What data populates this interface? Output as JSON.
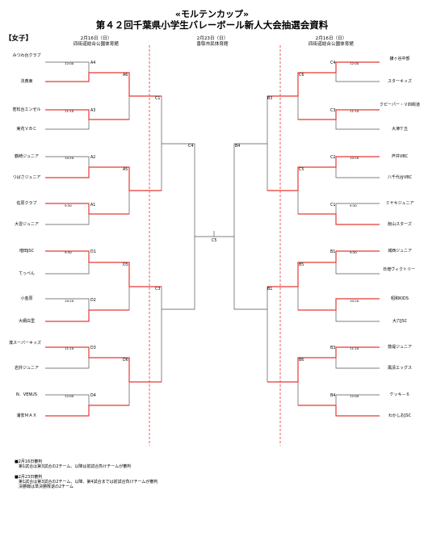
{
  "header": {
    "subtitle": "«モルテンカップ»",
    "title": "第４２回千葉県小学生バレーボール新人大会抽選会資料"
  },
  "category": "【女子】",
  "venues": {
    "left": {
      "date": "2月16日（日）",
      "place": "四街道総合公園体育館"
    },
    "center": {
      "date": "2月23日（日）",
      "place": "香取市民体育館"
    },
    "right": {
      "date": "2月16日（日）",
      "place": "四街道総合公園体育館"
    }
  },
  "left_teams": [
    "みつわ台クラブ",
    "法典東",
    "若松台エンゼル",
    "実花ＶＢＣ",
    "鶴崎ジュニア",
    "つばさジュニア",
    "佐原クラブ",
    "大習ジュニア",
    "増田JSC",
    "てっぺん",
    "小金原",
    "大網白里",
    "湊スーパーキッズ",
    "岩井ジュニア",
    "N．VENUS",
    "浦安ＭＡＸ"
  ],
  "right_teams": [
    "鎌ヶ谷中部",
    "スターキッズ",
    "クピーパー・Ｖ四街道",
    "大津ケ丘",
    "芦井VBC",
    "八千代台VBC",
    "ミヤキジュニア",
    "館山スターズ",
    "城西ジュニア",
    "日増ヴィクトリー",
    "昭和KIDS",
    "大穴JSC",
    "鼓堤ジュニア",
    "風清エッグス",
    "ケッキ－６",
    "わかしおJSC"
  ],
  "match_codes": {
    "A4": "A4",
    "A6": "A6",
    "A3": "A3",
    "A2": "A2",
    "A5": "A5",
    "A1": "A1",
    "D1": "D1",
    "D5": "D5",
    "D2": "D2",
    "D3": "D3",
    "D6": "D6",
    "D4": "D4",
    "C1": "C1",
    "C4": "C4",
    "C3": "C3",
    "C5": "C5",
    "B4": "B4",
    "B3": "B3",
    "B1": "B1",
    "C6": "C6",
    "C2": "C2",
    "B5": "B5",
    "B6": "B6"
  },
  "times": {
    "A4": "12:00",
    "A3": "11:10",
    "A2": "10:20",
    "A1": "9:30",
    "D1": "9:30",
    "D2": "10:20",
    "D3": "11:10",
    "D4": "12:00",
    "C4r": "12:00",
    "C3r": "11:10",
    "C2r": "10:20",
    "C1r": "9:30",
    "B1r": "9:30",
    "B2r": "10:20",
    "B3r": "11:10",
    "B4r": "12:00"
  },
  "notes": [
    "■2月16日審判",
    "　第1試合は第3試合の2チーム、以降は前試合負けチームが審判",
    "",
    "■2月23日審判",
    "　第1試合は第3試合の2チーム、以降、第4試合までは前試合負けチームが審判",
    "　決勝戦は準決勝敗退の2チーム"
  ]
}
